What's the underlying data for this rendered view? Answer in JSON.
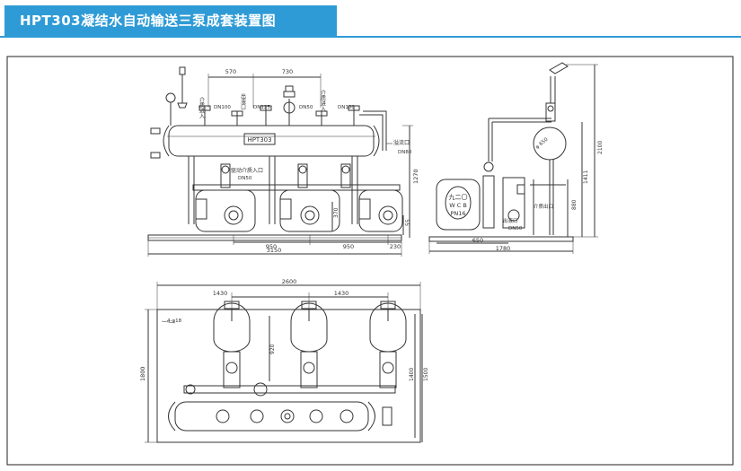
{
  "title": "HPT303凝结水自动输送三泵成套装置图",
  "front_view": {
    "dims_top": [
      "570",
      "730"
    ],
    "dims_bottom": [
      "950",
      "950",
      "230"
    ],
    "dim_total": "3150",
    "dim_height": "1270",
    "dim_55": "55",
    "dim_370": "370",
    "nameplate": "HPT303",
    "callouts": [
      {
        "label": "介质进入",
        "spec": "DN100"
      },
      {
        "label": "出液口",
        "spec": "DN125"
      },
      {
        "label": "",
        "spec": "DN50"
      },
      {
        "label": "介质进入",
        "spec": "DN100"
      }
    ],
    "vent_label": "溢流口",
    "vent_spec": "DN80",
    "drive_label": "驱动介质入口",
    "drive_spec": "DN50"
  },
  "side_view": {
    "dims_bottom": [
      "650",
      "1780"
    ],
    "dims_right": [
      "880",
      "1411",
      "2100"
    ],
    "phi": "φ 650",
    "plate_lines": [
      "九二〇",
      "W C B",
      "PN16"
    ],
    "outlet_label": "出液口",
    "outlet_spec": "DN50",
    "discharge_label": "介质出口"
  },
  "plan_view": {
    "dim_total": "2600",
    "dims_top": [
      "1430",
      "1430"
    ],
    "dim_left": "1800",
    "dims_right": [
      "1400",
      "1500"
    ],
    "dim_920": "920",
    "hole": "4-φ18"
  }
}
